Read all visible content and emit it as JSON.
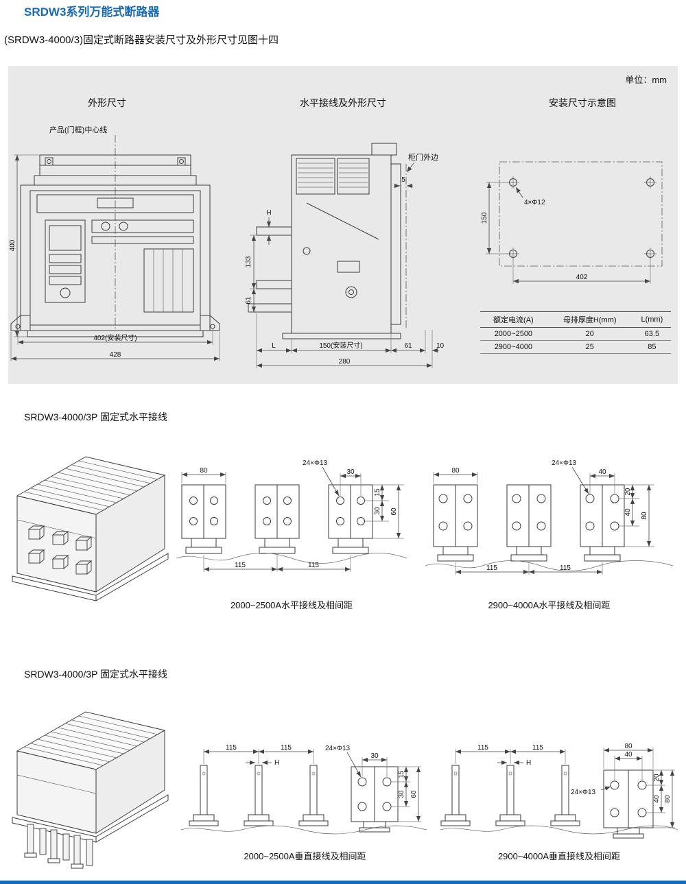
{
  "colors": {
    "accent": "#1a6ab2",
    "panel_bg": "#e9e9e9",
    "line": "#3a3a3a"
  },
  "page": {
    "title": "SRDW3系列万能式断路器",
    "subtitle": "(SRDW3-4000/3)固定式断路器安装尺寸及外形尺寸见图十四",
    "unit_label": "单位：mm"
  },
  "headers": {
    "outline": "外形尺寸",
    "horizontal": "水平接线及外形尺寸",
    "install": "安装尺寸示意图"
  },
  "front": {
    "centerline_label": "产品(门框)中心线",
    "dim_400": "400",
    "dim_402": "402(安装尺寸)",
    "dim_428": "428"
  },
  "side": {
    "door_label": "柜门外边",
    "dim_5": "5",
    "dim_h": "H",
    "dim_133": "133",
    "dim_61a": "61",
    "dim_l": "L",
    "dim_150": "150(安装尺寸)",
    "dim_61b": "61",
    "dim_10": "10",
    "dim_280": "280"
  },
  "install": {
    "holes_label": "4×Φ12",
    "dim_150": "150",
    "dim_402": "402"
  },
  "spec_table": {
    "headers": [
      "额定电流(A)",
      "母排厚度H(mm)",
      "L(mm)"
    ],
    "rows": [
      [
        "2000~2500",
        "20",
        "63.5"
      ],
      [
        "2900~4000",
        "25",
        "85"
      ]
    ]
  },
  "hz": {
    "title": "SRDW3-4000/3P 固定式水平接线",
    "small": {
      "dim_w": "80",
      "holes": "24×Φ13",
      "dim_s": "30",
      "dim_e": "15",
      "dim_r": "30",
      "dim_t": "60",
      "pitch1": "115",
      "pitch2": "115",
      "caption": "2000~2500A水平接线及相间距"
    },
    "large": {
      "dim_w": "80",
      "holes": "24×Φ13",
      "dim_s": "40",
      "dim_e": "20",
      "dim_r": "40",
      "dim_t": "80",
      "pitch1": "115",
      "pitch2": "115",
      "caption": "2900~4000A水平接线及相间距"
    }
  },
  "vt": {
    "title": "SRDW3-4000/3P 固定式水平接线",
    "small": {
      "pitch1": "115",
      "pitch2": "115",
      "dim_h": "H",
      "holes": "24×Φ13",
      "dim_s": "30",
      "dim_e": "15",
      "dim_r": "30",
      "dim_t": "60",
      "caption": "2000~2500A垂直接线及相间距"
    },
    "large": {
      "pitch1": "115",
      "pitch2": "115",
      "dim_h": "H",
      "dim_w": "80",
      "holes": "24×Φ13",
      "dim_s": "40",
      "dim_e": "20",
      "dim_r": "40",
      "dim_t": "80",
      "caption": "2900~4000A垂直接线及相间距"
    }
  }
}
